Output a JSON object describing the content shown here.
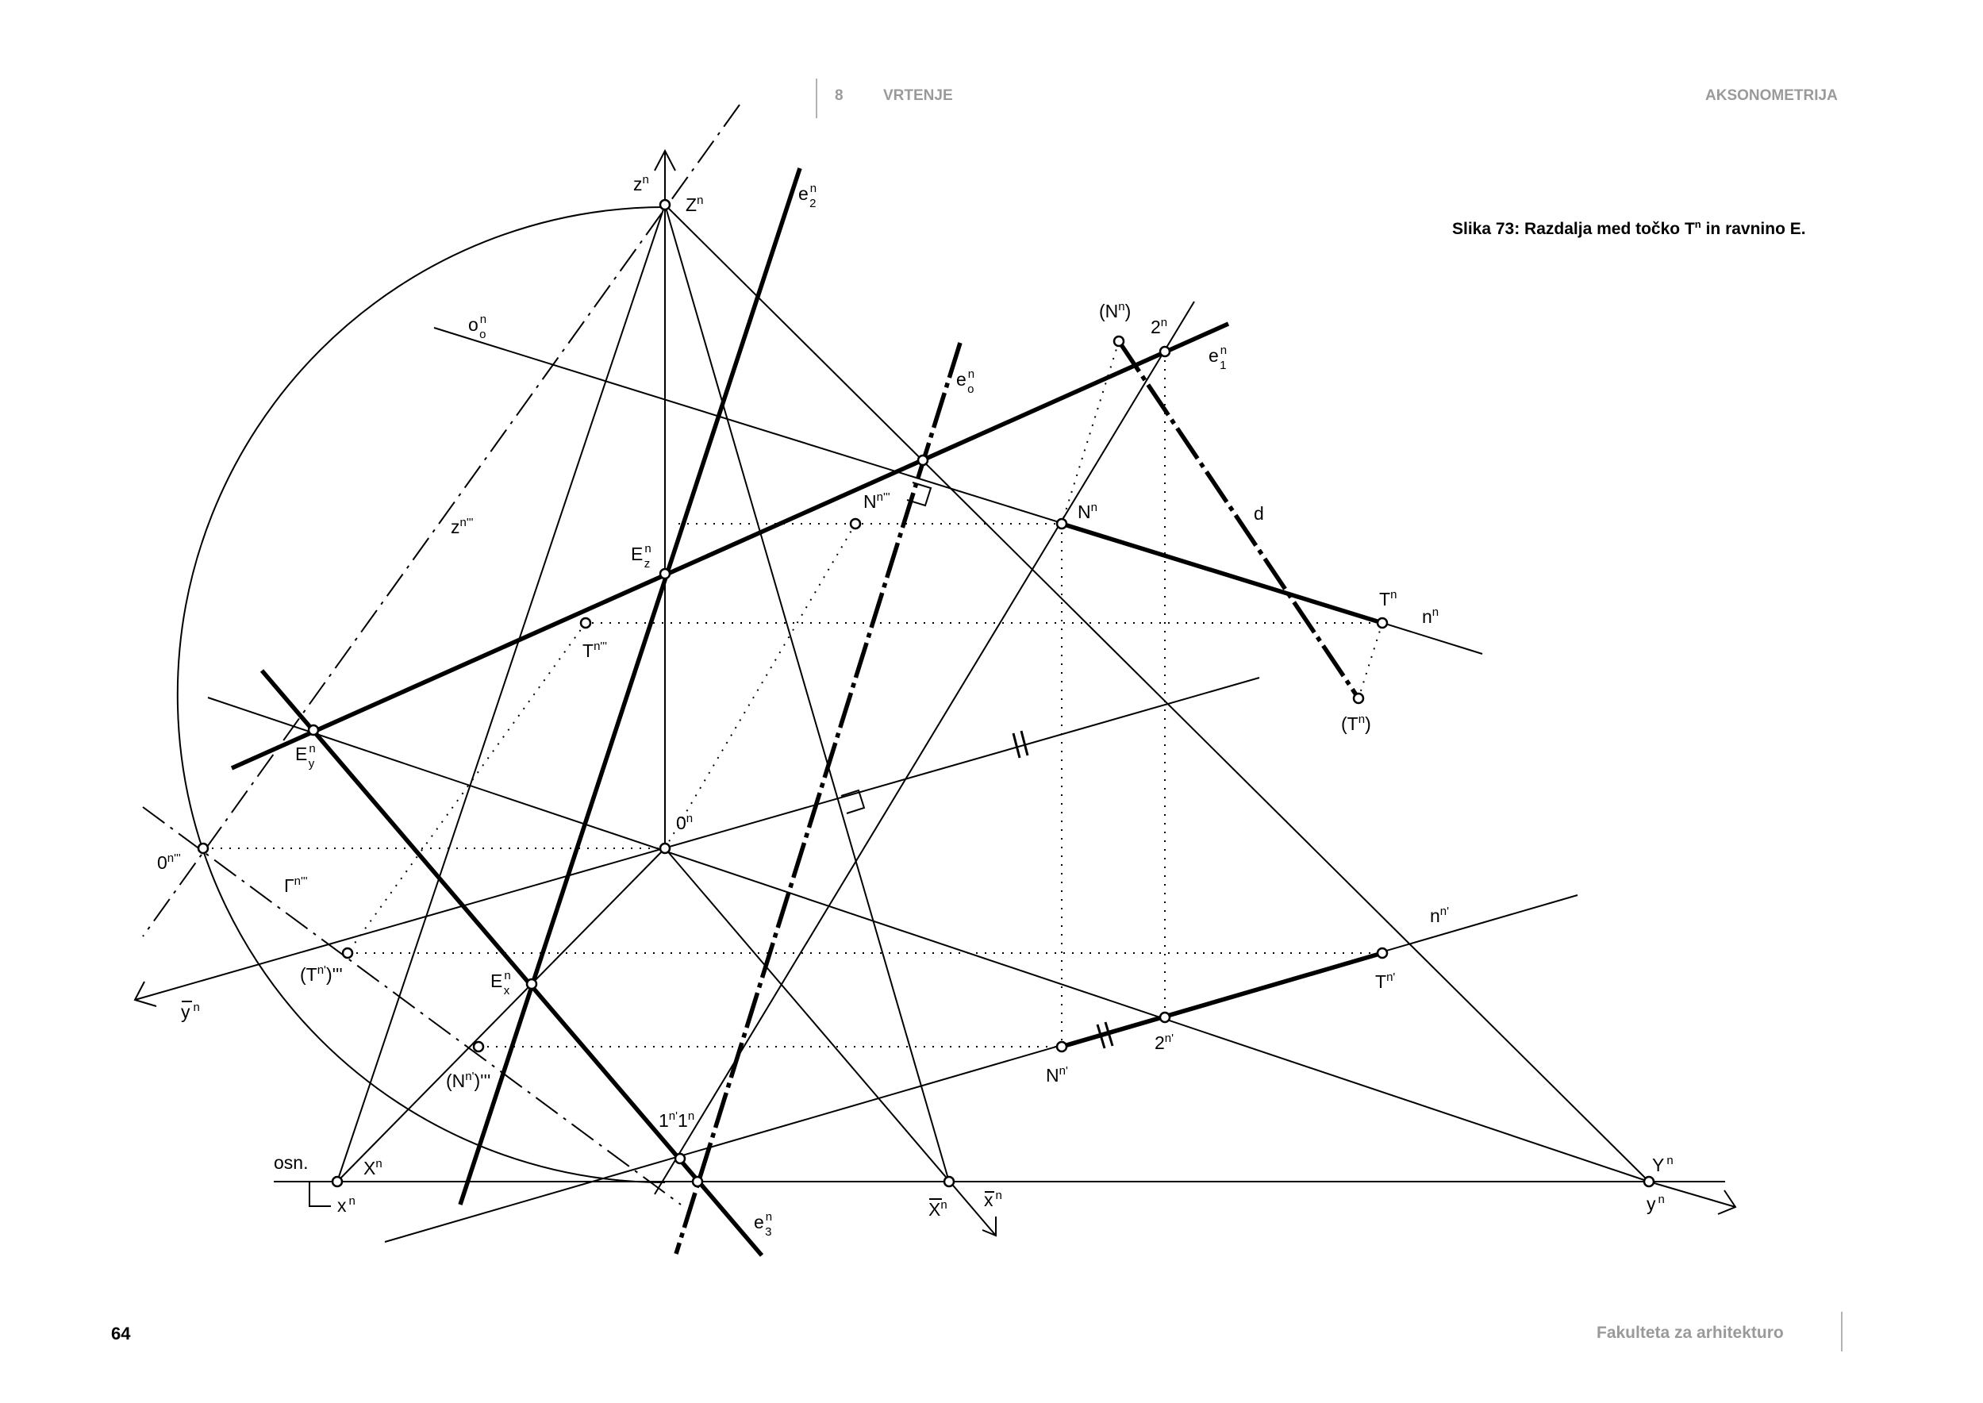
{
  "header": {
    "chapter_number": "8",
    "chapter_title": "VRTENJE",
    "section_title": "AKSONOMETRIJA"
  },
  "figure": {
    "caption_prefix": "Slika 73: Razdalja med točko T",
    "caption_sup": "n",
    "caption_suffix": " in ravnino E.",
    "labels": {
      "z_axis": [
        "z",
        "n"
      ],
      "Z": [
        "Z",
        "n"
      ],
      "e2": [
        "e",
        "n",
        "2"
      ],
      "oo": [
        "o",
        "n",
        "o"
      ],
      "Nb": [
        "(N",
        "n",
        ")"
      ],
      "p2": [
        "2",
        "n"
      ],
      "e1": [
        "e",
        "n",
        "1"
      ],
      "eo": [
        "e",
        "n",
        "o"
      ],
      "Nppp": [
        "N",
        "n'''"
      ],
      "N": [
        "N",
        "n"
      ],
      "d": [
        "d"
      ],
      "zppp": [
        "z",
        "n'''"
      ],
      "Ez": [
        "E",
        "n",
        "z"
      ],
      "T": [
        "T",
        "n"
      ],
      "n_line": [
        "n",
        "n"
      ],
      "Tppp": [
        "T",
        "n'''"
      ],
      "Tb": [
        "(T",
        "n",
        ")"
      ],
      "Ey": [
        "E",
        "n",
        "y"
      ],
      "O": [
        "0",
        "n"
      ],
      "Oppp": [
        "0",
        "n'''"
      ],
      "Gamma": [
        "Γ",
        "n'''"
      ],
      "nprime_line": [
        "n",
        "n'"
      ],
      "Tprime_ppp": [
        "(T",
        "n'",
        ")'''"
      ],
      "Ex": [
        "E",
        "n",
        "x"
      ],
      "Tprime": [
        "T",
        "n'"
      ],
      "ybar": [
        "y",
        "n"
      ],
      "p2prime": [
        "2",
        "n'"
      ],
      "Nprime": [
        "N",
        "n'"
      ],
      "Nprime_ppp": [
        "(N",
        "n'",
        ")'''"
      ],
      "p1": [
        "1",
        "n'",
        "1",
        "n"
      ],
      "osn": [
        "osn."
      ],
      "X": [
        "X",
        "n"
      ],
      "x": [
        "x",
        "n"
      ],
      "e3": [
        "e",
        "n",
        "3"
      ],
      "Xbar": [
        "X",
        "n"
      ],
      "xbar": [
        "x",
        "n"
      ],
      "Y": [
        "Y",
        "n"
      ],
      "y": [
        "y",
        "n"
      ]
    }
  },
  "footer": {
    "page_number": "64",
    "faculty": "Fakulteta za arhitekturo"
  }
}
